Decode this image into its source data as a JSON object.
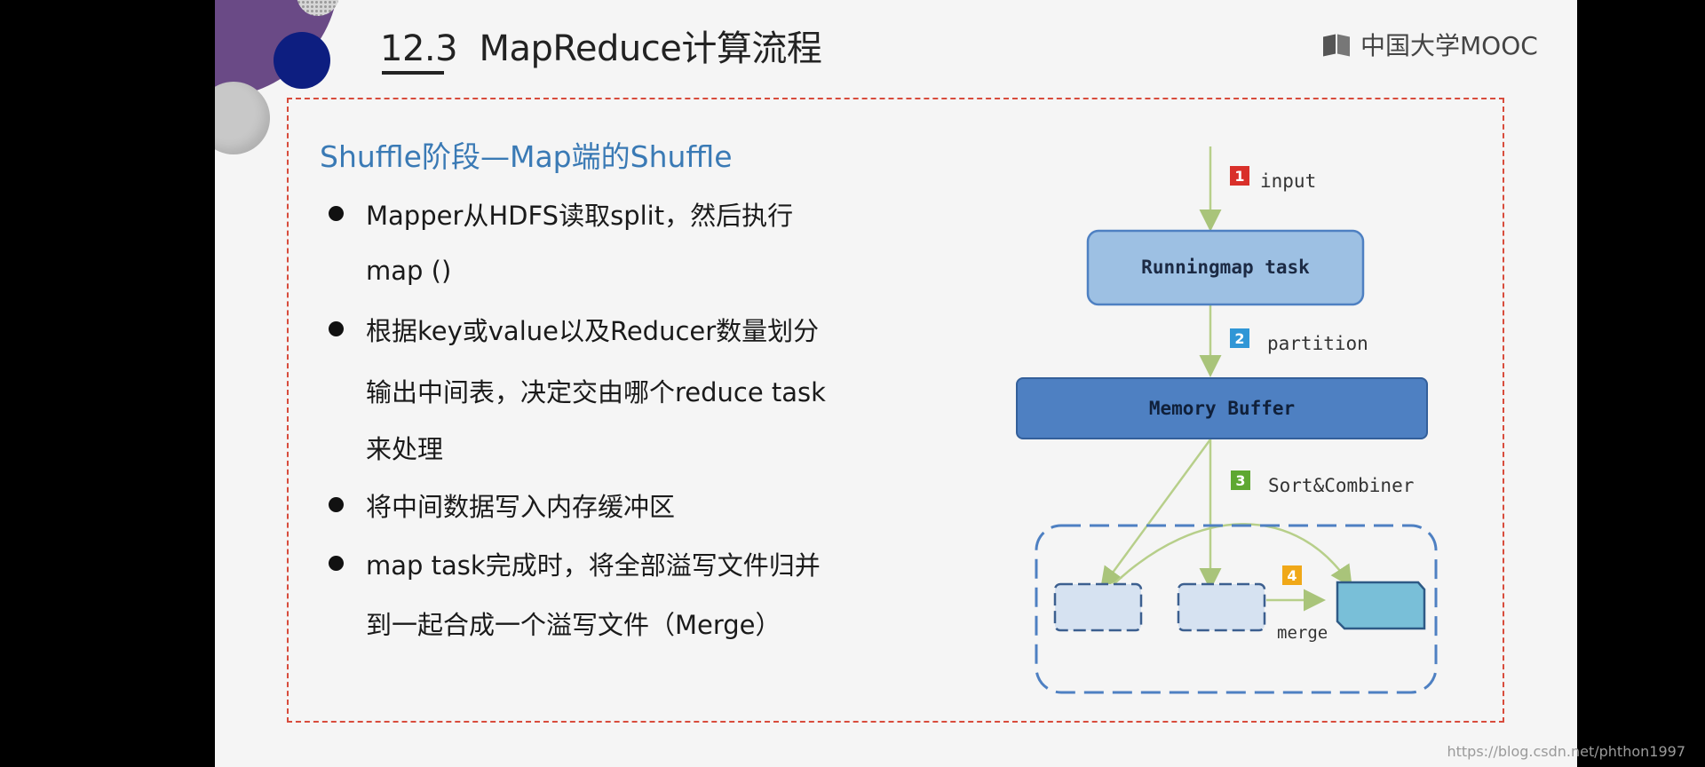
{
  "slide": {
    "section_number": "12.3",
    "title_text": "MapReduce计算流程",
    "brand": "中国大学MOOC"
  },
  "content": {
    "subtitle": "Shuffle阶段—Map端的Shuffle",
    "bullets": [
      {
        "lines": [
          "Mapper从HDFS读取split，然后执行",
          "map ()"
        ]
      },
      {
        "lines": [
          "根据key或value以及Reducer数量划分",
          "输出中间表，决定交由哪个reduce task",
          "来处理"
        ]
      },
      {
        "lines": [
          "将中间数据写入内存缓冲区"
        ]
      },
      {
        "lines": [
          "map task完成时，将全部溢写文件归并",
          "到一起合成一个溢写文件（Merge）"
        ]
      }
    ]
  },
  "diagram": {
    "steps": [
      {
        "num": "1",
        "label": "input",
        "color": "#d9302a"
      },
      {
        "num": "2",
        "label": "partition",
        "color": "#2f96d6"
      },
      {
        "num": "3",
        "label": "Sort&Combiner",
        "color": "#5ea832"
      },
      {
        "num": "4",
        "label": "merge",
        "color": "#f0a818"
      }
    ],
    "running_box": "Runningmap task",
    "buffer_box": "Memory Buffer"
  },
  "watermark": "https://blog.csdn.net/phthon1997",
  "colors": {
    "frame_dash": "#d84c3c",
    "subtitle": "#3a7ab5",
    "running_fill": "#9dc0e3",
    "buffer_fill": "#4e80c2",
    "arrow": "#b7cf8a"
  }
}
